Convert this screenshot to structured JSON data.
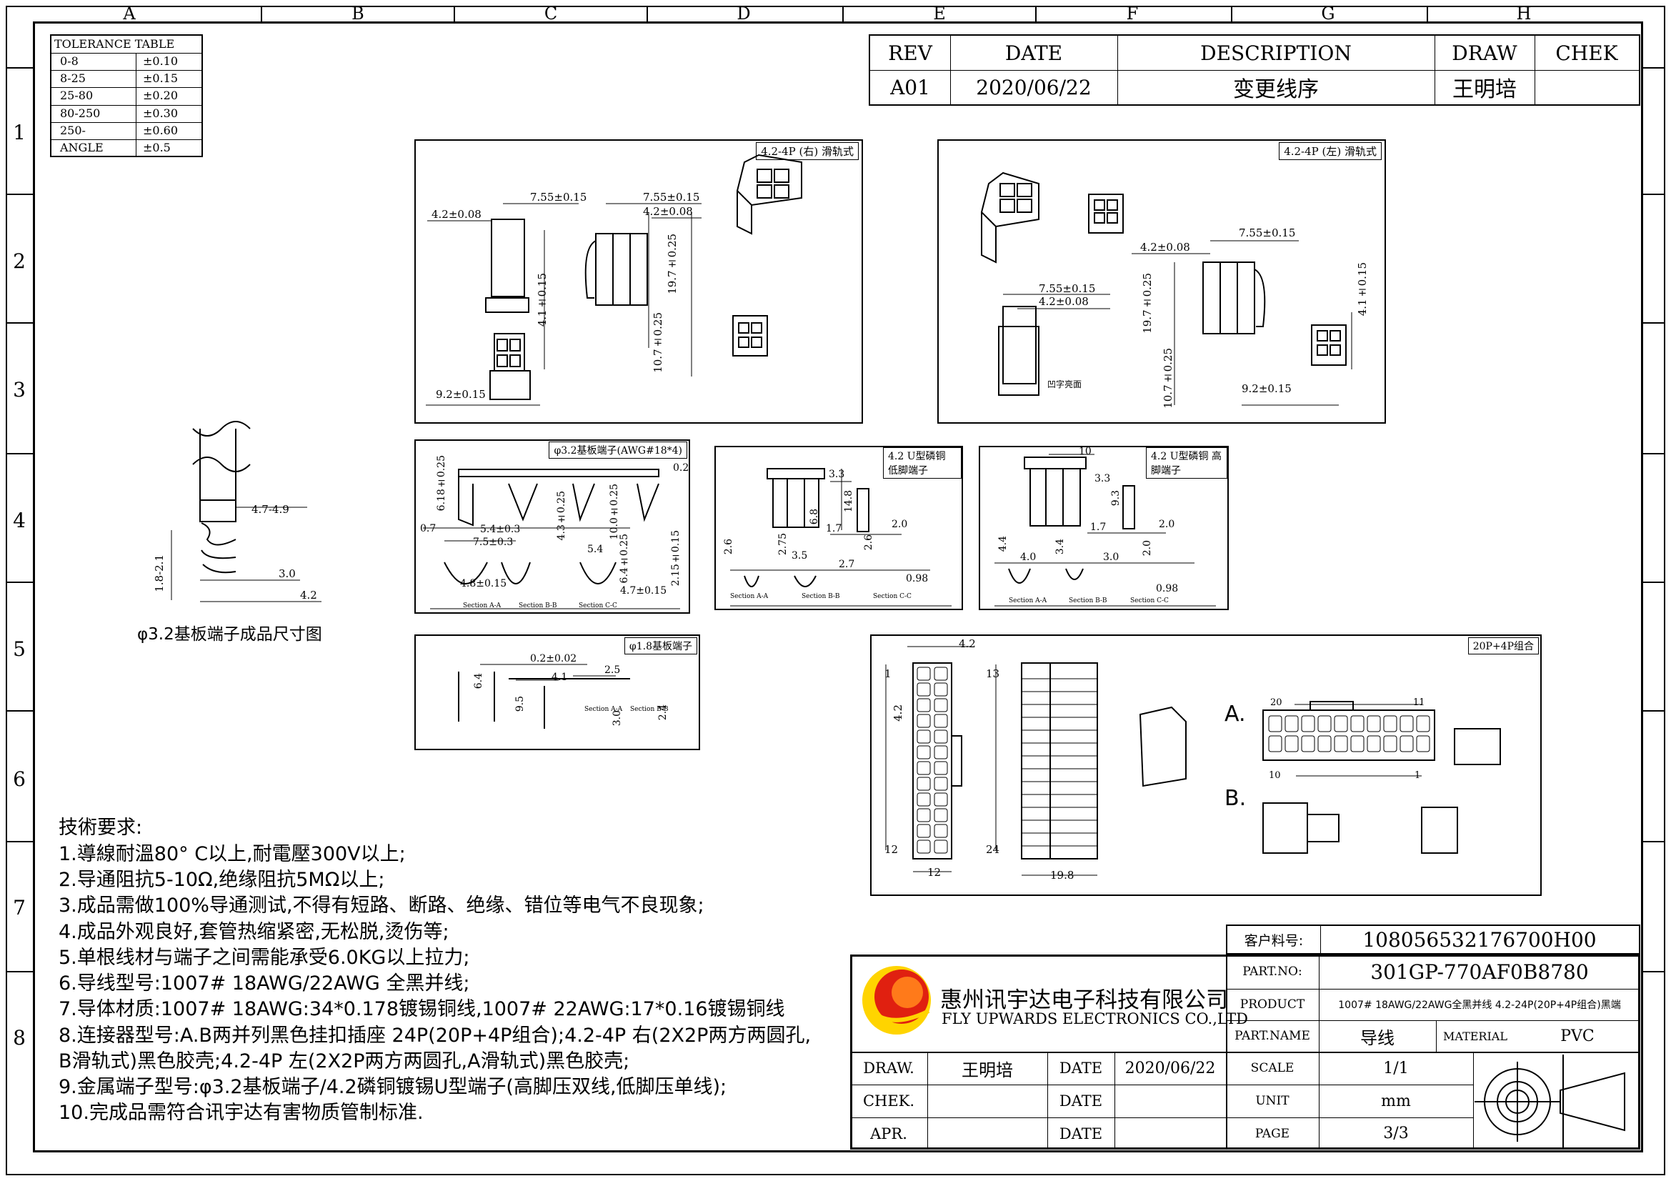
{
  "grid": {
    "columns": [
      "A",
      "B",
      "C",
      "D",
      "E",
      "F",
      "G",
      "H"
    ],
    "rows": [
      "1",
      "2",
      "3",
      "4",
      "5",
      "6",
      "7",
      "8"
    ]
  },
  "tolerance": {
    "title": "TOLERANCE TABLE",
    "rows": [
      {
        "range": "0-8",
        "tol": "±0.10"
      },
      {
        "range": "8-25",
        "tol": "±0.15"
      },
      {
        "range": "25-80",
        "tol": "±0.20"
      },
      {
        "range": "80-250",
        "tol": "±0.30"
      },
      {
        "range": "250-",
        "tol": "±0.60"
      },
      {
        "range": "ANGLE",
        "tol": "±0.5"
      }
    ]
  },
  "revision": {
    "headers": [
      "REV",
      "DATE",
      "DESCRIPTION",
      "DRAW",
      "CHEK"
    ],
    "row": [
      "A01",
      "2020/06/22",
      "变更线序",
      "王明培",
      ""
    ]
  },
  "views": {
    "right_rail": {
      "label": "4.2-4P (右) 滑轨式",
      "dims": [
        "4.2±0.08",
        "7.55±0.15",
        "7.55±0.15",
        "4.2±0.08",
        "19.7±0.25",
        "4.1±0.15",
        "10.7±0.25",
        "9.2±0.15"
      ]
    },
    "left_rail": {
      "label": "4.2-4P (左) 滑轨式",
      "dims": [
        "7.55±0.15",
        "4.2±0.08",
        "7.55±0.15",
        "4.2±0.08",
        "19.7±0.25",
        "10.7±0.25",
        "4.1±0.15",
        "9.2±0.15",
        "凹字亮面"
      ]
    },
    "terminal_32": {
      "label": "φ3.2基板端子(AWG#18*4)",
      "dims": [
        "6.18±0.25",
        "0.2",
        "0.7",
        "5.4±0.3",
        "7.5±0.3",
        "4.3±0.25",
        "10.0±0.25",
        "5.4",
        "6.4±0.25",
        "2.15±0.15",
        "4.8±0.15",
        "4.7±0.15"
      ],
      "sections": [
        "Section A-A",
        "Section B-B",
        "Section C-C"
      ]
    },
    "u_low": {
      "label": "4.2 U型磷铜 低脚端子",
      "dims": [
        "3.3",
        "14.8",
        "6.8",
        "1.7",
        "2.0",
        "2.6",
        "2.75",
        "3.5",
        "2.7",
        "2.6",
        "0.98"
      ],
      "sections": [
        "Section A-A",
        "Section B-B",
        "Section C-C"
      ]
    },
    "u_high": {
      "label": "4.2 U型磷铜 高脚端子",
      "dims": [
        "10",
        "3.3",
        "9.3",
        "1.7",
        "2.0",
        "4.4",
        "4.0",
        "3.4",
        "3.0",
        "2.0",
        "0.98"
      ],
      "sections": [
        "Section A-A",
        "Section B-B",
        "Section C-C"
      ]
    },
    "terminal_18": {
      "label": "φ1.8基板端子",
      "dims": [
        "0.2±0.02",
        "6.4",
        "9.5",
        "4.1",
        "2.5",
        "3.0",
        "2.4"
      ],
      "sections": [
        "Section A-A",
        "Section B-B"
      ]
    },
    "combo": {
      "label": "20P+4P组合",
      "dims": [
        "4.2",
        "1",
        "13",
        "4.2",
        "12",
        "24",
        "12",
        "19.8"
      ],
      "a_label": "A.",
      "b_label": "B.",
      "pins_a": [
        "20",
        "11",
        "10",
        "1"
      ]
    },
    "left_terminal": {
      "dims": [
        "4.7-4.9",
        "1.8-2.1",
        "3.0",
        "4.2"
      ],
      "caption": "φ3.2基板端子成品尺寸图"
    }
  },
  "requirements": {
    "title": "技術要求:",
    "items": [
      "1.導線耐溫80° C以上,耐電壓300V以上;",
      "2.导通阻抗5-10Ω,绝缘阻抗5MΩ以上;",
      "3.成品需做100%导通测试,不得有短路、断路、绝缘、错位等电气不良现象;",
      "4.成品外观良好,套管热缩紧密,无松脱,烫伤等;",
      "5.单根线材与端子之间需能承受6.0KG以上拉力;",
      "6.导线型号:1007# 18AWG/22AWG 全黑并线;",
      "7.导体材质:1007# 18AWG:34*0.178镀锡铜线,1007# 22AWG:17*0.16镀锡铜线",
      "8.连接器型号:A.B两并列黑色挂扣插座 24P(20P+4P组合);4.2-4P 右(2X2P两方两圆孔,",
      "B滑轨式)黑色胶壳;4.2-4P 左(2X2P两方两圆孔,A滑轨式)黑色胶壳;",
      "9.金属端子型号:φ3.2基板端子/4.2磷铜镀锡U型端子(高脚压双线,低脚压单线);",
      "10.完成品需符合讯宇达有害物质管制标准."
    ]
  },
  "title_block": {
    "customer_no_label": "客户料号:",
    "customer_no": "108056532176700H00",
    "part_no_label": "PART.NO:",
    "part_no": "301GP-770AF0B8780",
    "company_cn": "惠州讯宇达电子科技有限公司",
    "company_en": "FLY UPWARDS ELECTRONICS CO.,LTD",
    "product_label": "PRODUCT",
    "product": "1007# 18AWG/22AWG全黑并线 4.2-24P(20P+4P组合)黑端",
    "part_name_label": "PART.NAME",
    "part_name": "导线",
    "material_label": "MATERIAL",
    "material": "PVC",
    "draw_label": "DRAW.",
    "draw": "王明培",
    "date_label": "DATE",
    "draw_date": "2020/06/22",
    "check_label": "CHEK.",
    "apr_label": "APR.",
    "scale_label": "SCALE",
    "scale": "1/1",
    "unit_label": "UNIT",
    "unit": "mm",
    "page_label": "PAGE",
    "page": "3/3"
  }
}
